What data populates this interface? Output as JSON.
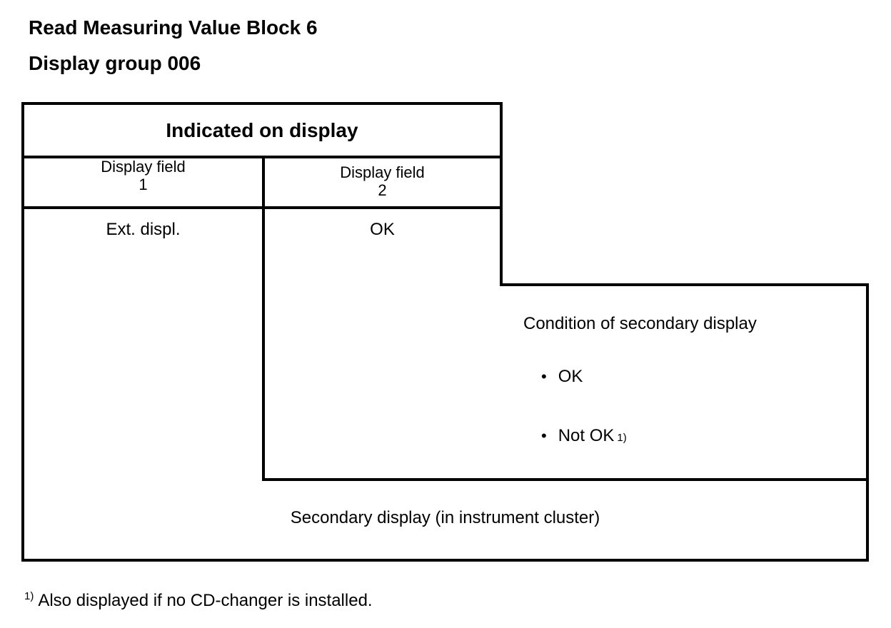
{
  "page": {
    "title_line1": "Read Measuring Value Block 6",
    "title_line2": "Display group 006"
  },
  "table": {
    "header": "Indicated on display",
    "columns": [
      {
        "label": "Display field",
        "number": "1"
      },
      {
        "label": "Display field",
        "number": "2"
      }
    ],
    "row": {
      "field1": "Ext. displ.",
      "field2": "OK"
    },
    "annotation": {
      "title": "Condition of secondary display",
      "bullet_char": "•",
      "bullets": [
        {
          "label": "OK",
          "sup": ""
        },
        {
          "label": "Not OK",
          "sup": "1)"
        }
      ]
    },
    "secondary_label": "Secondary display (in instrument cluster)"
  },
  "footnote": {
    "marker": "1)",
    "text": "Also displayed if no CD-changer is installed."
  },
  "colors": {
    "text": "#000000",
    "background": "#ffffff",
    "border": "#000000"
  }
}
